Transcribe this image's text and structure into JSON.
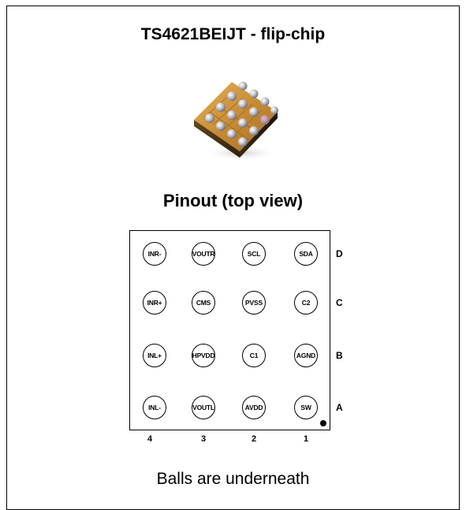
{
  "title": "TS4621BEIJT - flip-chip",
  "subtitle": "Pinout (top view)",
  "footer": "Balls are underneath",
  "rows": [
    "D",
    "C",
    "B",
    "A"
  ],
  "columns": [
    "4",
    "3",
    "2",
    "1"
  ],
  "balls": [
    {
      "row": "D",
      "col": "4",
      "name": "INR-"
    },
    {
      "row": "D",
      "col": "3",
      "name": "VOUTR"
    },
    {
      "row": "D",
      "col": "2",
      "name": "SCL"
    },
    {
      "row": "D",
      "col": "1",
      "name": "SDA"
    },
    {
      "row": "C",
      "col": "4",
      "name": "INR+"
    },
    {
      "row": "C",
      "col": "3",
      "name": "CMS"
    },
    {
      "row": "C",
      "col": "2",
      "name": "PVSS"
    },
    {
      "row": "C",
      "col": "1",
      "name": "C2"
    },
    {
      "row": "B",
      "col": "4",
      "name": "INL+"
    },
    {
      "row": "B",
      "col": "3",
      "name": "HPVDD"
    },
    {
      "row": "B",
      "col": "2",
      "name": "C1"
    },
    {
      "row": "B",
      "col": "1",
      "name": "AGND"
    },
    {
      "row": "A",
      "col": "4",
      "name": "INL-"
    },
    {
      "row": "A",
      "col": "3",
      "name": "VOUTL"
    },
    {
      "row": "A",
      "col": "2",
      "name": "AVDD"
    },
    {
      "row": "A",
      "col": "1",
      "name": "SW"
    }
  ]
}
